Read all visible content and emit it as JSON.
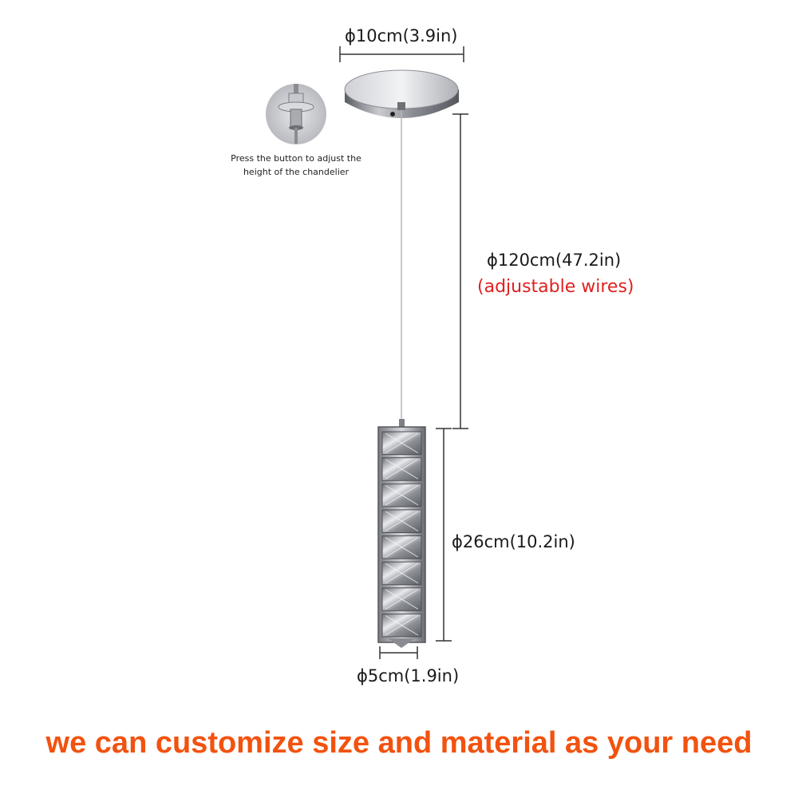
{
  "dimensions": {
    "canopy_diameter": "ϕ10cm(3.9in)",
    "wire_length": "ϕ120cm(47.2in)",
    "wire_note": "(adjustable wires)",
    "pendant_height": "ϕ26cm(10.2in)",
    "pendant_width": "ϕ5cm(1.9in)"
  },
  "inset": {
    "caption_line1": "Press the button to adjust the",
    "caption_line2": "height of the chandelier"
  },
  "banner": "we can customize size and material as your need",
  "colors": {
    "banner": "#f2520f",
    "note": "#e02020",
    "dimension_line": "#333333",
    "chrome": "#9a9ca3"
  },
  "crystal_count": 8
}
